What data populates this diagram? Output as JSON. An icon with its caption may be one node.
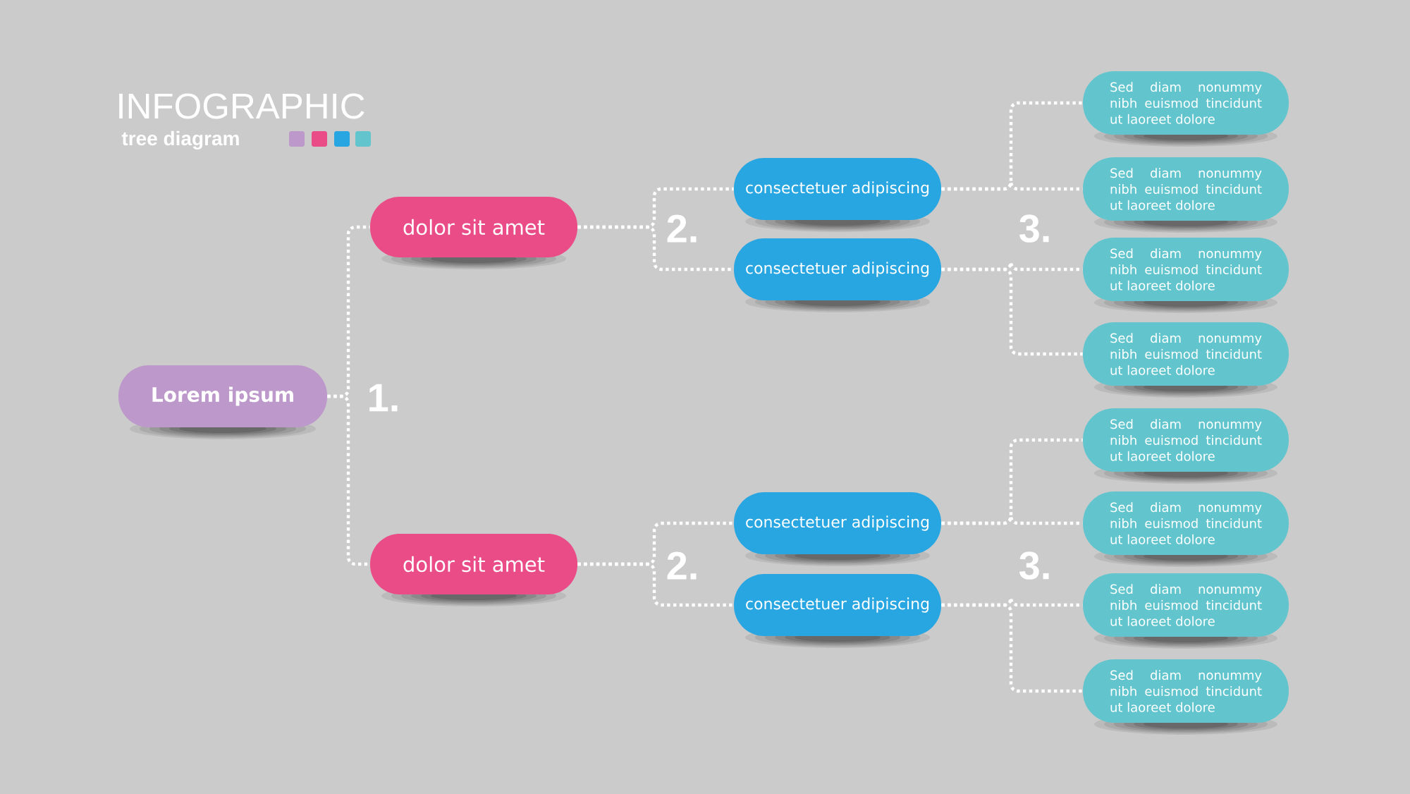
{
  "diagram": {
    "title": "INFOGRAPHIC",
    "nodes": [
      {
        "text": [
          "Lorem ipsum"
        ]
      },
      {
        "text": [
          "dolor sit amet"
        ]
      },
      {
        "text": [
          "dolor sit amet"
        ]
      },
      {
        "text": [
          "consectetuer adipiscing"
        ]
      },
      {
        "text": [
          "consectetuer adipiscing"
        ]
      },
      {
        "text": [
          "consectetuer adipiscing"
        ]
      },
      {
        "text": [
          "consectetuer adipiscing"
        ]
      },
      {
        "text": [
          "Sed diam nonummy nibh euismod tincidunt ut laoreet dolore"
        ]
      },
      {
        "text": [
          "Sed diam nonummy nibh euismod tincidunt ut laoreet dolore"
        ]
      },
      {
        "text": [
          "Sed diam nonummy nibh euismod tincidunt ut laoreet dolore"
        ]
      },
      {
        "text": [
          "Sed diam nonummy nibh euismod tincidunt ut laoreet dolore"
        ]
      },
      {
        "text": [
          "Sed diam nonummy nibh euismod tincidunt ut laoreet dolore"
        ]
      },
      {
        "text": [
          "Sed diam nonummy nibh euismod tincidunt ut laoreet dolore"
        ]
      },
      {
        "text": [
          "Sed diam nonummy nibh euismod tincidunt ut laoreet dolore"
        ]
      },
      {
        "text": [
          "Sed diam nonummy nibh euismod tincidunt ut laoreet dolore"
        ]
      }
    ],
    "edges": [
      {
        "from": 0,
        "to": 1,
        "arrow": "none"
      },
      {
        "from": 0,
        "to": 2,
        "arrow": "none"
      },
      {
        "from": 1,
        "to": 3,
        "arrow": "none"
      },
      {
        "from": 1,
        "to": 4,
        "arrow": "none"
      },
      {
        "from": 2,
        "to": 5,
        "arrow": "none"
      },
      {
        "from": 2,
        "to": 6,
        "arrow": "none"
      },
      {
        "from": 3,
        "to": 7,
        "arrow": "none"
      },
      {
        "from": 3,
        "to": 8,
        "arrow": "none"
      },
      {
        "from": 4,
        "to": 9,
        "arrow": "none"
      },
      {
        "from": 4,
        "to": 10,
        "arrow": "none"
      },
      {
        "from": 5,
        "to": 11,
        "arrow": "none"
      },
      {
        "from": 5,
        "to": 12,
        "arrow": "none"
      },
      {
        "from": 6,
        "to": 13,
        "arrow": "none"
      },
      {
        "from": 6,
        "to": 14,
        "arrow": "none"
      }
    ],
    "labels": [
      "tree diagram",
      "2.",
      "3.",
      "1.",
      "2.",
      "3."
    ]
  }
}
